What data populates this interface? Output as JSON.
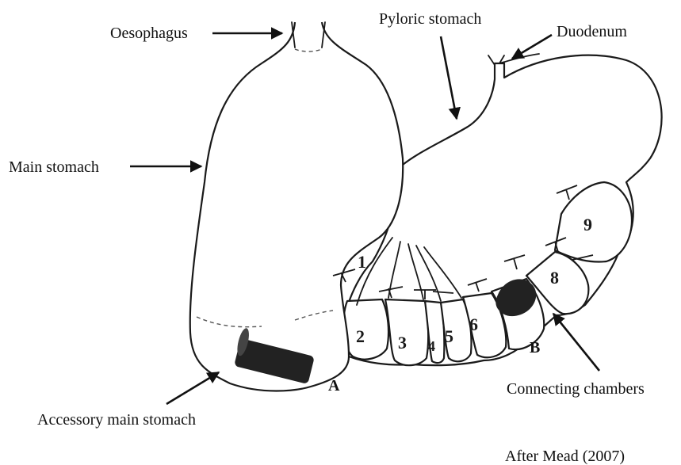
{
  "labels": {
    "oesophagus": "Oesophagus",
    "pyloric_stomach": "Pyloric stomach",
    "duodenum": "Duodenum",
    "main_stomach": "Main stomach",
    "accessory_main_stomach": "Accessory main stomach",
    "connecting_chambers": "Connecting chambers",
    "marker_a": "A",
    "marker_b": "B",
    "credit": "After Mead (2007)"
  },
  "chambers": [
    "1",
    "2",
    "3",
    "4",
    "5",
    "6",
    "8",
    "9"
  ],
  "colors": {
    "ink": "#1a1a1a",
    "fill": "#ffffff",
    "object": "#222222"
  }
}
